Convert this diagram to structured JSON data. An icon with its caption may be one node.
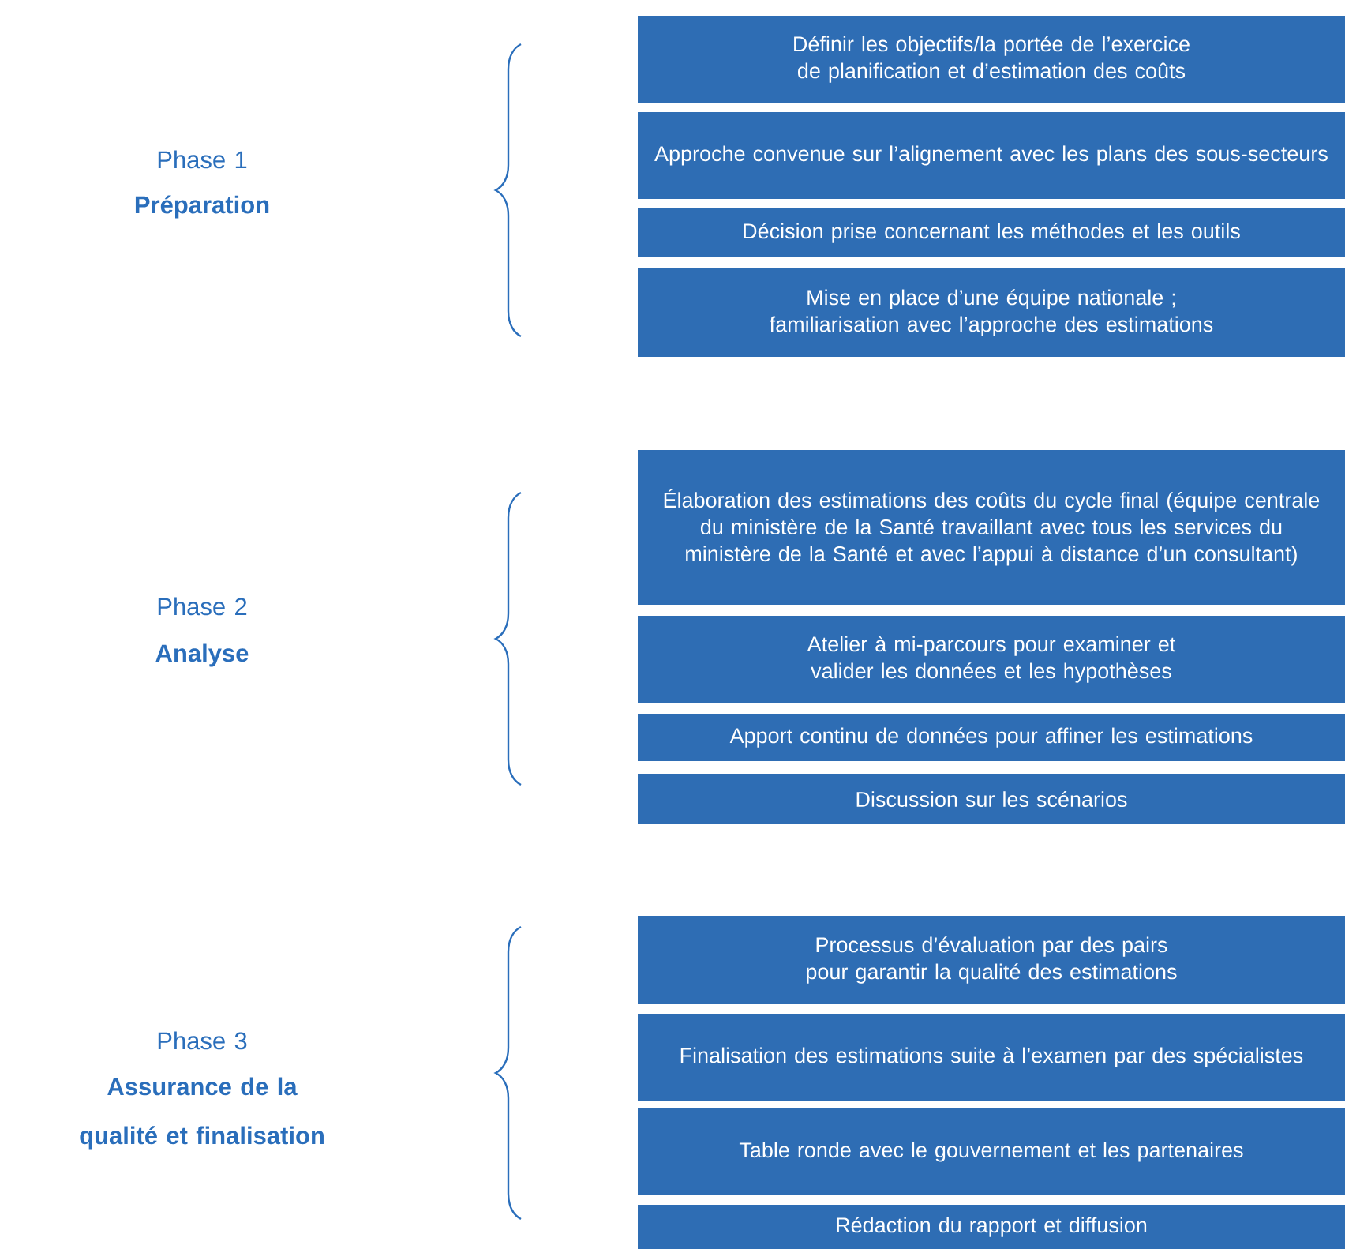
{
  "diagram": {
    "nodes": [
      {
        "text": [
          "Définir les objectifs/la portée de l’exercice de planification et d’estimation des coûts"
        ]
      },
      {
        "text": [
          "Approche convenue sur l’alignement avec les plans des sous-secteurs"
        ]
      },
      {
        "text": [
          "Décision prise concernant les méthodes et les outils"
        ]
      },
      {
        "text": [
          "Mise en place d’une équipe nationale ; familiarisation avec l’approche des estimations"
        ]
      },
      {
        "text": [
          "Élaboration des estimations des coûts du cycle final (équipe centrale du ministère de la Santé travaillant avec tous les services du ministère de la Santé et avec l’appui à distance d’un consultant)"
        ]
      },
      {
        "text": [
          "Atelier à mi-parcours pour examiner et valider les données et les hypothèses"
        ]
      },
      {
        "text": [
          "Apport continu de données pour affiner les estimations"
        ]
      },
      {
        "text": [
          "Discussion sur les scénarios"
        ]
      },
      {
        "text": [
          "Processus d’évaluation par des pairs pour garantir la qualité des estimations"
        ]
      },
      {
        "text": [
          "Finalisation des estimations suite à l’examen par des spécialistes"
        ]
      },
      {
        "text": [
          "Table ronde avec le gouvernement et les partenaires"
        ]
      },
      {
        "text": [
          "Rédaction du rapport et diffusion"
        ]
      }
    ],
    "labels": [
      "Phase 1",
      "Préparation",
      "Phase 2",
      "Analyse",
      "Phase 3",
      "Assurance de la qualité et finalisation"
    ]
  }
}
